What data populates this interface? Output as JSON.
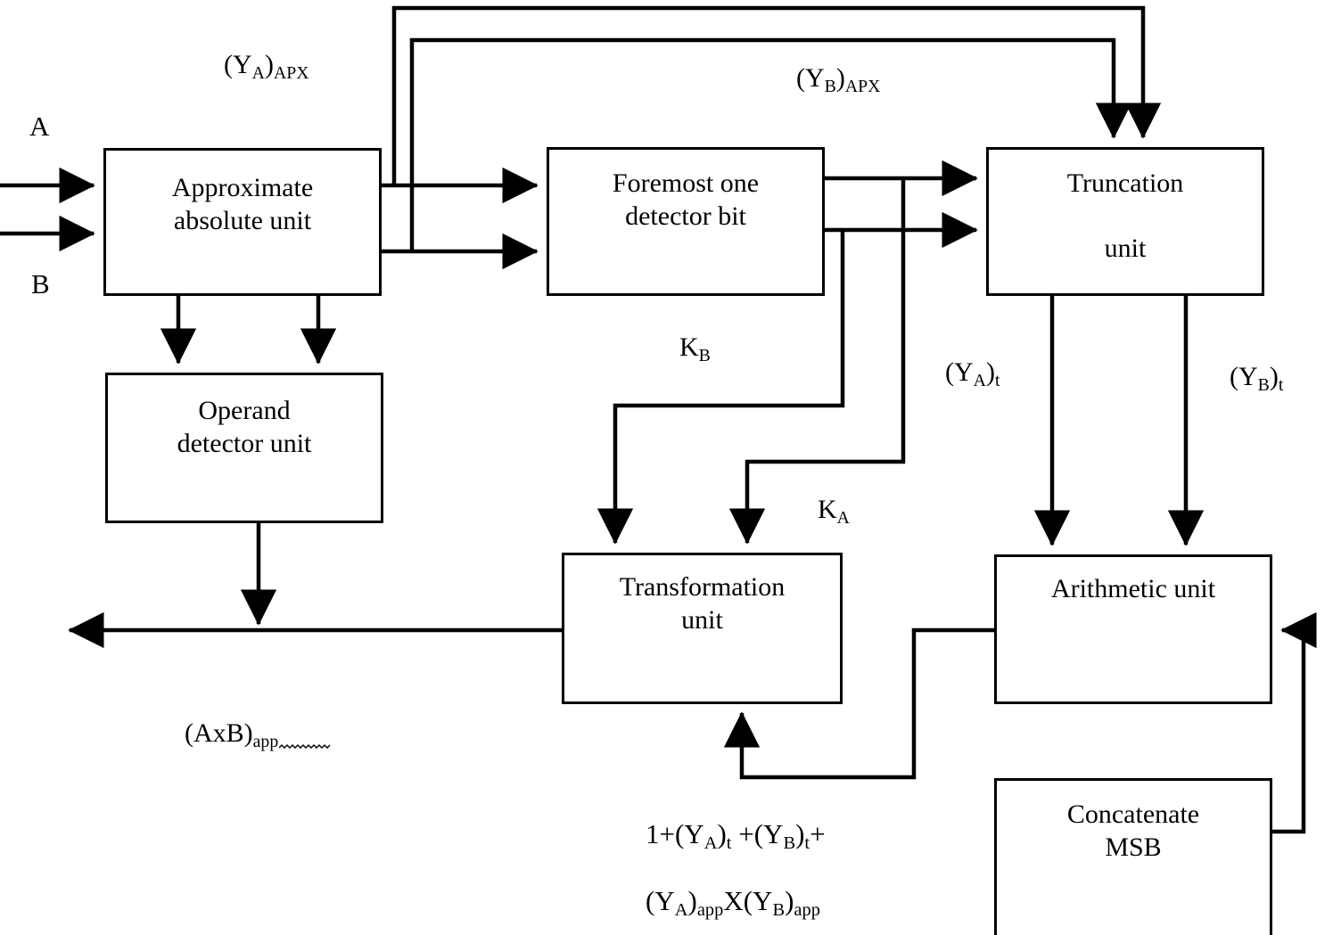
{
  "diagram": {
    "title": "Approximate multiplier block diagram",
    "background_color": "#ffffff",
    "line_color": "#000000",
    "nodes": [
      {
        "id": "approximate-absolute-unit",
        "label": "Approximate\nabsolute unit"
      },
      {
        "id": "foremost-one-detector-bit",
        "label": "Foremost one\ndetector bit"
      },
      {
        "id": "truncation-unit",
        "label": "Truncation\n\nunit"
      },
      {
        "id": "operand-detector-unit",
        "label": "Operand\ndetector unit"
      },
      {
        "id": "transformation-unit",
        "label": "Transformation\nunit"
      },
      {
        "id": "arithmetic-unit",
        "label": "Arithmetic unit"
      },
      {
        "id": "concatenate-msb",
        "label": "Concatenate\nMSB"
      }
    ],
    "io_labels": [
      {
        "id": "input-a",
        "text": "A"
      },
      {
        "id": "input-b",
        "text": "B"
      }
    ],
    "edge_labels": [
      {
        "id": "ya-apx",
        "base": "(Y",
        "sub1": "A",
        "mid": ")",
        "sub2": "APX"
      },
      {
        "id": "yb-apx",
        "base": "(Y",
        "sub1": "B",
        "mid": ")",
        "sub2": "APX"
      },
      {
        "id": "kb",
        "base": "K",
        "sub1": "B"
      },
      {
        "id": "ka",
        "base": "K",
        "sub1": "A"
      },
      {
        "id": "ya-t",
        "base": "(Y",
        "sub1": "A",
        "mid": ")",
        "sub2": "t"
      },
      {
        "id": "yb-t",
        "base": "(Y",
        "sub1": "B",
        "mid": ")",
        "sub2": "t"
      },
      {
        "id": "axb-app",
        "base": "(AxB)",
        "sub1": "app"
      },
      {
        "id": "formula-line-1",
        "text_parts": [
          "1+(Y",
          "A",
          ")",
          "t",
          " +(Y",
          "B",
          ")",
          "t",
          "+"
        ]
      },
      {
        "id": "formula-line-2",
        "text_parts": [
          "(Y",
          "A",
          ")",
          "app",
          "X(Y",
          "B",
          ")",
          "app"
        ]
      }
    ]
  }
}
